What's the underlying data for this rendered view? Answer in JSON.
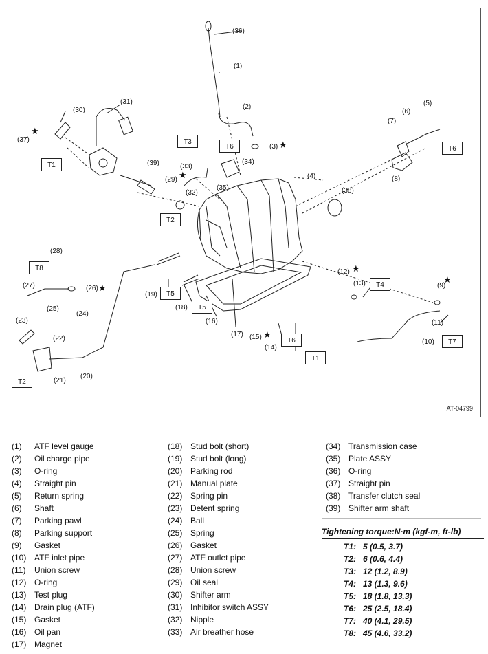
{
  "diagram": {
    "figure_code": "AT-04799",
    "callouts": [
      "(1)",
      "(2)",
      "(3)",
      "(4)",
      "(5)",
      "(6)",
      "(7)",
      "(8)",
      "(9)",
      "(10)",
      "(11)",
      "(12)",
      "(13)",
      "(14)",
      "(15)",
      "(16)",
      "(17)",
      "(18)",
      "(19)",
      "(20)",
      "(21)",
      "(22)",
      "(23)",
      "(24)",
      "(25)",
      "(26)",
      "(27)",
      "(28)",
      "(29)",
      "(30)",
      "(31)",
      "(32)",
      "(33)",
      "(34)",
      "(35)",
      "(36)",
      "(37)",
      "(38)",
      "(39)"
    ],
    "torque_tags": [
      "T1",
      "T1",
      "T2",
      "T2",
      "T3",
      "T4",
      "T5",
      "T5",
      "T6",
      "T6",
      "T6",
      "T7",
      "T8"
    ],
    "star": "★"
  },
  "legend": [
    {
      "num": "(1)",
      "name": "ATF level gauge"
    },
    {
      "num": "(2)",
      "name": "Oil charge pipe"
    },
    {
      "num": "(3)",
      "name": "O-ring"
    },
    {
      "num": "(4)",
      "name": "Straight pin"
    },
    {
      "num": "(5)",
      "name": "Return spring"
    },
    {
      "num": "(6)",
      "name": "Shaft"
    },
    {
      "num": "(7)",
      "name": "Parking pawl"
    },
    {
      "num": "(8)",
      "name": "Parking support"
    },
    {
      "num": "(9)",
      "name": "Gasket"
    },
    {
      "num": "(10)",
      "name": "ATF inlet pipe"
    },
    {
      "num": "(11)",
      "name": "Union screw"
    },
    {
      "num": "(12)",
      "name": "O-ring"
    },
    {
      "num": "(13)",
      "name": "Test plug"
    },
    {
      "num": "(14)",
      "name": "Drain plug (ATF)"
    },
    {
      "num": "(15)",
      "name": "Gasket"
    },
    {
      "num": "(16)",
      "name": "Oil pan"
    },
    {
      "num": "(17)",
      "name": "Magnet"
    },
    {
      "num": "(18)",
      "name": "Stud bolt (short)"
    },
    {
      "num": "(19)",
      "name": "Stud bolt (long)"
    },
    {
      "num": "(20)",
      "name": "Parking rod"
    },
    {
      "num": "(21)",
      "name": "Manual plate"
    },
    {
      "num": "(22)",
      "name": "Spring pin"
    },
    {
      "num": "(23)",
      "name": "Detent spring"
    },
    {
      "num": "(24)",
      "name": "Ball"
    },
    {
      "num": "(25)",
      "name": "Spring"
    },
    {
      "num": "(26)",
      "name": "Gasket"
    },
    {
      "num": "(27)",
      "name": "ATF outlet pipe"
    },
    {
      "num": "(28)",
      "name": "Union screw"
    },
    {
      "num": "(29)",
      "name": "Oil seal"
    },
    {
      "num": "(30)",
      "name": "Shifter arm"
    },
    {
      "num": "(31)",
      "name": "Inhibitor switch ASSY"
    },
    {
      "num": "(32)",
      "name": "Nipple"
    },
    {
      "num": "(33)",
      "name": "Air breather hose"
    },
    {
      "num": "(34)",
      "name": "Transmission case"
    },
    {
      "num": "(35)",
      "name": "Plate ASSY"
    },
    {
      "num": "(36)",
      "name": "O-ring"
    },
    {
      "num": "(37)",
      "name": "Straight pin"
    },
    {
      "num": "(38)",
      "name": "Transfer clutch seal"
    },
    {
      "num": "(39)",
      "name": "Shifter arm shaft"
    }
  ],
  "torque": {
    "heading": "Tightening torque:N·m (kgf-m, ft-lb)",
    "rows": [
      {
        "key": "T1:",
        "value": "5 (0.5, 3.7)"
      },
      {
        "key": "T2:",
        "value": "6 (0.6, 4.4)"
      },
      {
        "key": "T3:",
        "value": "12 (1.2, 8.9)"
      },
      {
        "key": "T4:",
        "value": "13 (1.3, 9.6)"
      },
      {
        "key": "T5:",
        "value": "18 (1.8, 13.3)"
      },
      {
        "key": "T6:",
        "value": "25 (2.5, 18.4)"
      },
      {
        "key": "T7:",
        "value": "40 (4.1, 29.5)"
      },
      {
        "key": "T8:",
        "value": "45 (4.6, 33.2)"
      }
    ]
  }
}
